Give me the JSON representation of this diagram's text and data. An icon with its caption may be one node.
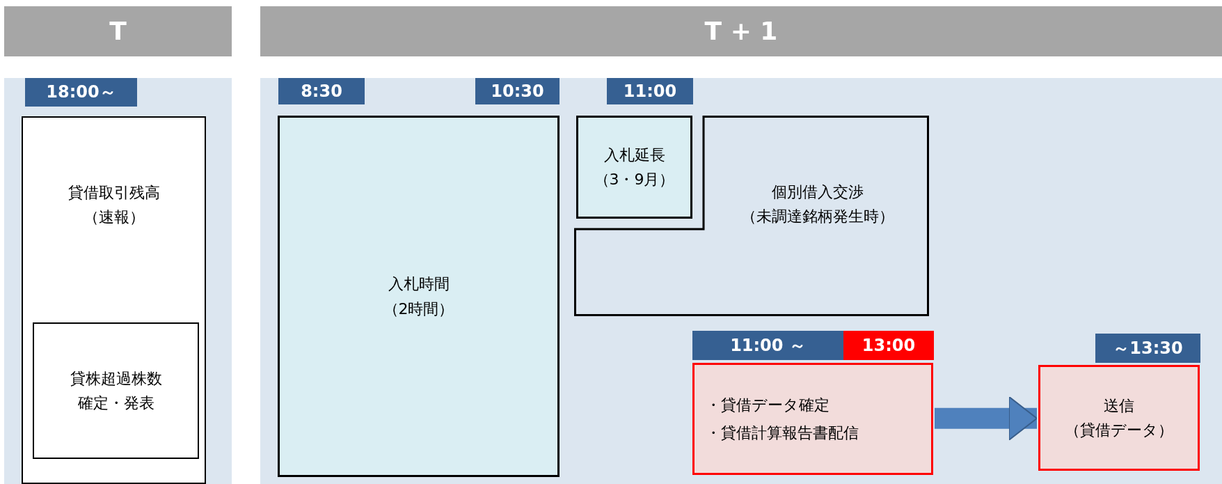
{
  "diagram": {
    "nodes": [
      {
        "text": [
          "T"
        ]
      },
      {
        "text": [
          "T + 1"
        ]
      },
      {
        "text": [
          "18:00～"
        ]
      },
      {
        "text": [
          "貸借取引残高",
          "（速報）"
        ]
      },
      {
        "text": [
          "貸株超過株数確定・発表"
        ],
        "in": 3
      },
      {
        "text": [
          "8:30"
        ]
      },
      {
        "text": [
          "10:30"
        ]
      },
      {
        "text": [
          "入札時間",
          "（2時間）"
        ]
      },
      {
        "text": [
          "11:00"
        ]
      },
      {
        "text": [
          "入札延長",
          "（3・9月）"
        ]
      },
      {
        "text": [
          "個別借入交渉",
          "（未調達銘柄発生時）"
        ]
      },
      {
        "text": [
          "11:00 ～"
        ]
      },
      {
        "text": [
          "13:00"
        ]
      },
      {
        "text": [
          "・貸借データ確定",
          "・貸借計算報告書配信"
        ]
      },
      {
        "text": [
          "～13:30"
        ]
      },
      {
        "text": [
          "送信",
          "（貸借データ）"
        ]
      }
    ],
    "edges": [
      {
        "from": 13,
        "to": 15,
        "arrow": "to"
      }
    ]
  }
}
